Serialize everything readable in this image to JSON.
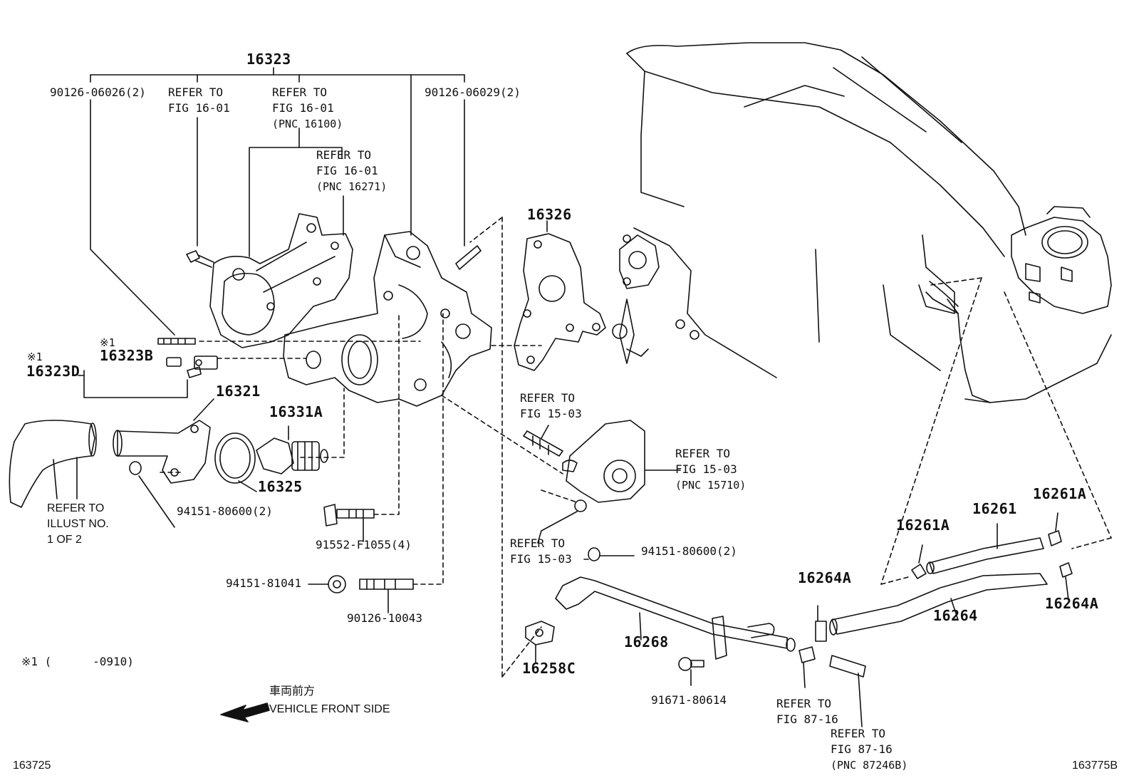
{
  "labels": {
    "p16323": "16323",
    "p16326": "16326",
    "p16323b_mark": "※1",
    "p16323b": "16323B",
    "p16323d_mark": "※1",
    "p16323d": "16323D",
    "p16321": "16321",
    "p16331a": "16331A",
    "p16325": "16325",
    "p16268": "16268",
    "p16258c": "16258C",
    "p16261": "16261",
    "p16261a_left": "16261A",
    "p16261a_right": "16261A",
    "p16264": "16264",
    "p16264a_top": "16264A",
    "p16264a_right": "16264A",
    "b90126_06026": "90126-06026(2)",
    "b90126_06029": "90126-06029(2)",
    "b94151_80600_a": "94151-80600(2)",
    "b94151_80600_b": "94151-80600(2)",
    "b91552": "91552-F1055(4)",
    "b94151_81041": "94151-81041",
    "b90126_10043": "90126-10043",
    "b91671": "91671-80614"
  },
  "refs": {
    "r1": [
      "REFER TO",
      "FIG 16-01"
    ],
    "r2": [
      "REFER TO",
      "FIG 16-01",
      "(PNC 16100)"
    ],
    "r3": [
      "REFER TO",
      "FIG 16-01",
      "(PNC 16271)"
    ],
    "r4": [
      "REFER TO",
      "FIG 15-03"
    ],
    "r5": [
      "REFER TO",
      "FIG 15-03",
      "(PNC 15710)"
    ],
    "r6": [
      "REFER TO",
      "FIG 15-03"
    ],
    "r7": [
      "REFER TO",
      "ILLUST NO.",
      "1 OF 2"
    ],
    "r8": [
      "REFER TO",
      "FIG 87-16"
    ],
    "r9": [
      "REFER TO",
      "FIG 87-16",
      "(PNC 87246B)"
    ]
  },
  "footnote": "※1 (      -0910)",
  "direction": {
    "jp": "車両前方",
    "en": "VEHICLE FRONT SIDE"
  },
  "codes": {
    "left": "163725",
    "right": "163775B"
  }
}
